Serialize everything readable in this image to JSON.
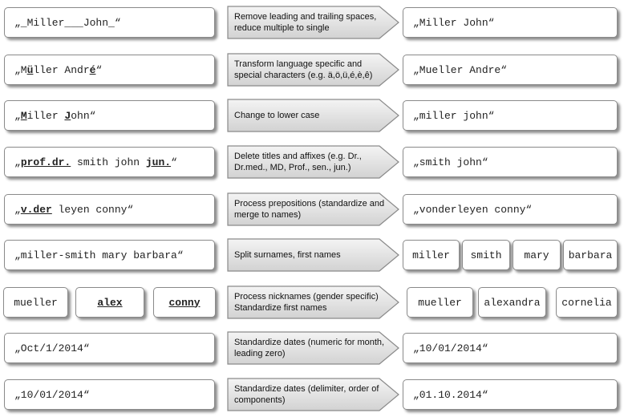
{
  "steps": [
    {
      "input": [
        [
          {
            "t": "„_Miller___John_“"
          }
        ]
      ],
      "operation": "Remove leading and trailing spaces, reduce multiple to single",
      "output": [
        [
          {
            "t": "„Miller John“"
          }
        ]
      ]
    },
    {
      "input": [
        [
          {
            "t": "„M"
          },
          {
            "t": "ü",
            "h": true
          },
          {
            "t": "ller Andr"
          },
          {
            "t": "é",
            "h": true
          },
          {
            "t": "“"
          }
        ]
      ],
      "operation": "Transform language specific and special characters (e.g. ä,ö,ü,é,è,ê)",
      "output": [
        [
          {
            "t": "„Mueller Andre“"
          }
        ]
      ]
    },
    {
      "input": [
        [
          {
            "t": "„"
          },
          {
            "t": "M",
            "h": true
          },
          {
            "t": "iller "
          },
          {
            "t": "J",
            "h": true
          },
          {
            "t": "ohn“"
          }
        ]
      ],
      "operation": "Change to lower case",
      "output": [
        [
          {
            "t": "„miller john“"
          }
        ]
      ]
    },
    {
      "input": [
        [
          {
            "t": "„"
          },
          {
            "t": "prof.dr.",
            "h": true
          },
          {
            "t": " smith john "
          },
          {
            "t": "jun.",
            "h": true
          },
          {
            "t": "“"
          }
        ]
      ],
      "operation": "Delete titles and affixes (e.g. Dr., Dr.med., MD, Prof., sen., jun.)",
      "output": [
        [
          {
            "t": "„smith john“"
          }
        ]
      ]
    },
    {
      "input": [
        [
          {
            "t": "„"
          },
          {
            "t": "v.der",
            "h": true
          },
          {
            "t": " leyen conny“"
          }
        ]
      ],
      "operation": "Process prepositions (standardize and merge to names)",
      "output": [
        [
          {
            "t": "„vonderleyen conny“"
          }
        ]
      ]
    },
    {
      "input": [
        [
          {
            "t": "„miller-smith mary barbara“"
          }
        ]
      ],
      "operation": "Split surnames, first names",
      "output": [
        [
          {
            "t": "miller"
          }
        ],
        [
          {
            "t": "smith"
          }
        ],
        [
          {
            "t": "mary"
          }
        ],
        [
          {
            "t": "barbara"
          }
        ]
      ]
    },
    {
      "input": [
        [
          {
            "t": "mueller"
          }
        ],
        [
          {
            "t": "alex",
            "h": true
          }
        ],
        [
          {
            "t": "conny",
            "h": true
          }
        ]
      ],
      "operation": "Process nicknames (gender specific) Standardize first names",
      "output": [
        [
          {
            "t": "mueller"
          }
        ],
        [
          {
            "t": "alexandra"
          }
        ],
        [
          {
            "t": "cornelia"
          }
        ]
      ]
    },
    {
      "input": [
        [
          {
            "t": "„Oct/1/2014“"
          }
        ]
      ],
      "operation": "Standardize dates (numeric for month, leading zero)",
      "output": [
        [
          {
            "t": "„10/01/2014“"
          }
        ]
      ]
    },
    {
      "input": [
        [
          {
            "t": "„10/01/2014“"
          }
        ]
      ],
      "operation": "Standardize dates (delimiter, order of components)",
      "output": [
        [
          {
            "t": "„01.10.2014“"
          }
        ]
      ]
    }
  ]
}
